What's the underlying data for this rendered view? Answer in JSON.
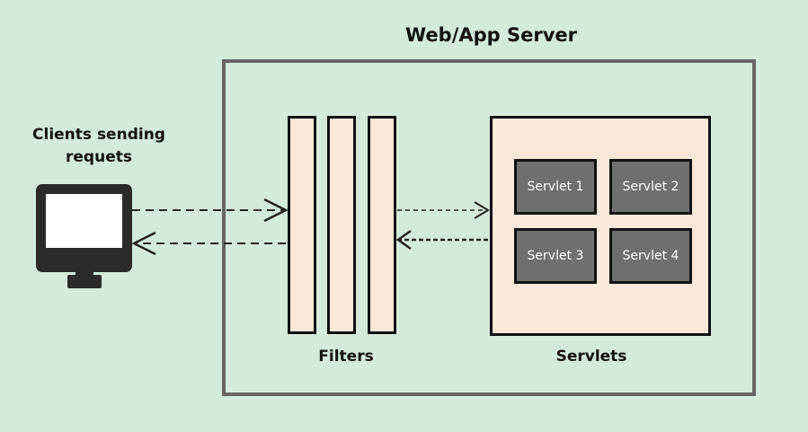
{
  "title": "Web/App Server",
  "client": {
    "label_line1": "Clients sending",
    "label_line2": "requets",
    "icon": "monitor-icon"
  },
  "filters_label": "Filters",
  "servlets_label": "Servlets",
  "servlets": [
    "Servlet 1",
    "Servlet 2",
    "Servlet 3",
    "Servlet 4"
  ],
  "colors": {
    "background": "#d4eadd",
    "panel_fill": "#fbe8da",
    "servlet_fill": "#6f6f6f",
    "server_border": "#666666"
  }
}
